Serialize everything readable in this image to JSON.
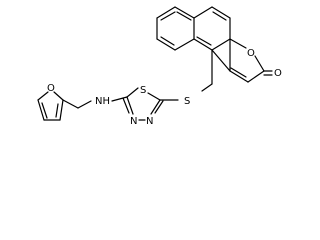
{
  "diagram": {
    "type": "chemical-structure",
    "colors": {
      "bond": "#000000",
      "background": "#ffffff",
      "label": "#000000"
    },
    "atom_labels": {
      "furan_o": "O",
      "amine_nh": "NH",
      "thiadiazole_s": "S",
      "thioether_s": "S",
      "n_left": "N",
      "n_right": "N",
      "lactone_o": "O",
      "carbonyl_o": "O"
    }
  }
}
